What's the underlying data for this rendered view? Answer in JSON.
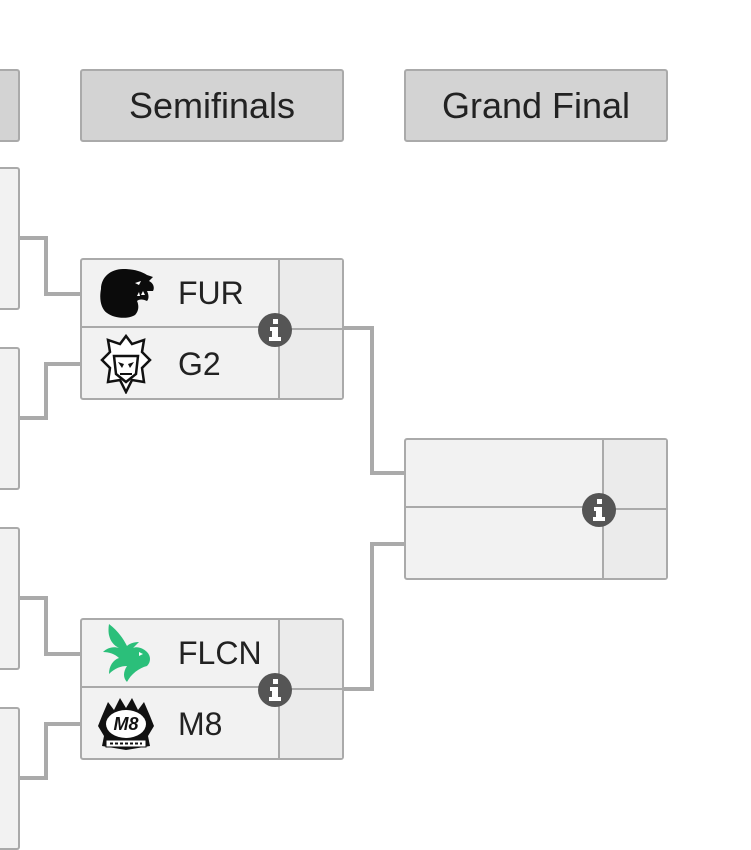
{
  "headers": {
    "semifinals": "Semifinals",
    "grand_final": "Grand Final"
  },
  "semifinal_1": {
    "team_top": {
      "name": "FUR",
      "logo": "furia-panther-logo"
    },
    "team_bottom": {
      "name": "G2",
      "logo": "g2-samurai-logo"
    }
  },
  "semifinal_2": {
    "team_top": {
      "name": "FLCN",
      "logo": "falcons-logo",
      "color": "#2bbf7a"
    },
    "team_bottom": {
      "name": "M8",
      "logo": "m8-alpine-logo"
    }
  },
  "grand_final_match": {
    "team_top": {
      "name": ""
    },
    "team_bottom": {
      "name": ""
    }
  },
  "colors": {
    "border": "#aaaaaa",
    "header_bg": "#d3d3d3",
    "slot_bg": "#f2f2f2",
    "score_bg": "#ebebeb",
    "info_icon_bg": "#555555"
  }
}
